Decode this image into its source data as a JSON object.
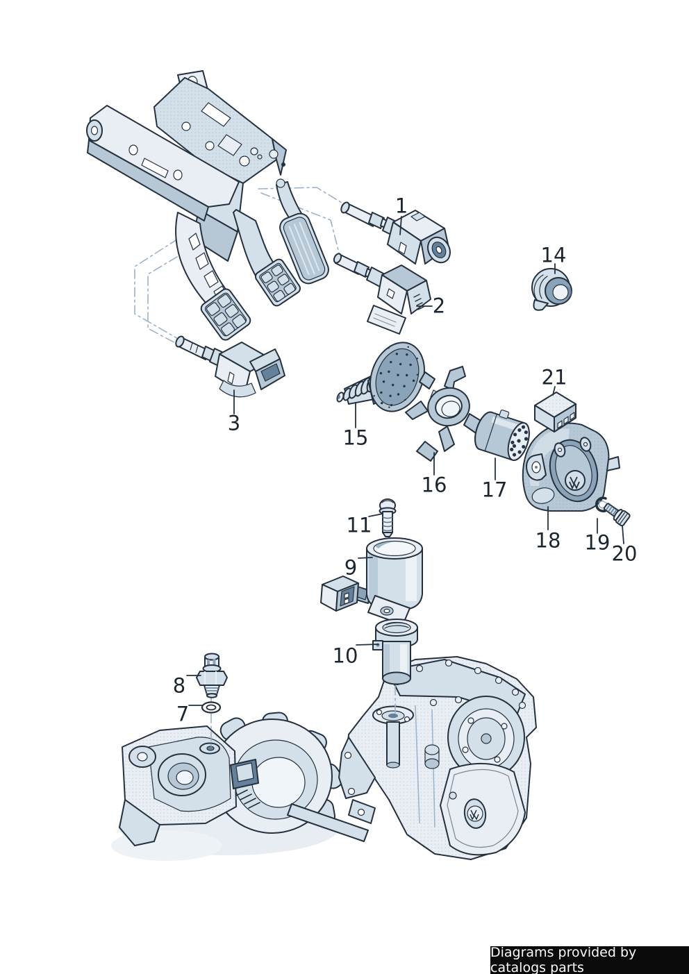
{
  "diagram": {
    "callouts": [
      {
        "label": "1"
      },
      {
        "label": "2"
      },
      {
        "label": "3"
      },
      {
        "label": "7"
      },
      {
        "label": "8"
      },
      {
        "label": "9"
      },
      {
        "label": "10"
      },
      {
        "label": "11"
      },
      {
        "label": "14"
      },
      {
        "label": "15"
      },
      {
        "label": "16"
      },
      {
        "label": "17"
      },
      {
        "label": "18"
      },
      {
        "label": "19"
      },
      {
        "label": "20"
      },
      {
        "label": "21"
      }
    ],
    "footer": {
      "text": "Diagrams provided by catalogs parts"
    },
    "colors": {
      "background": "#ffffff",
      "outline": "#24303d",
      "fill_light": "#e9eef4",
      "fill_mid": "#d3dfe9",
      "fill_shade": "#b6c8d6",
      "fill_dark": "#8aa3b8",
      "construction_line": "#9bb1c6",
      "footer_bg": "#0b0b0b",
      "footer_text": "#fafafa"
    }
  }
}
